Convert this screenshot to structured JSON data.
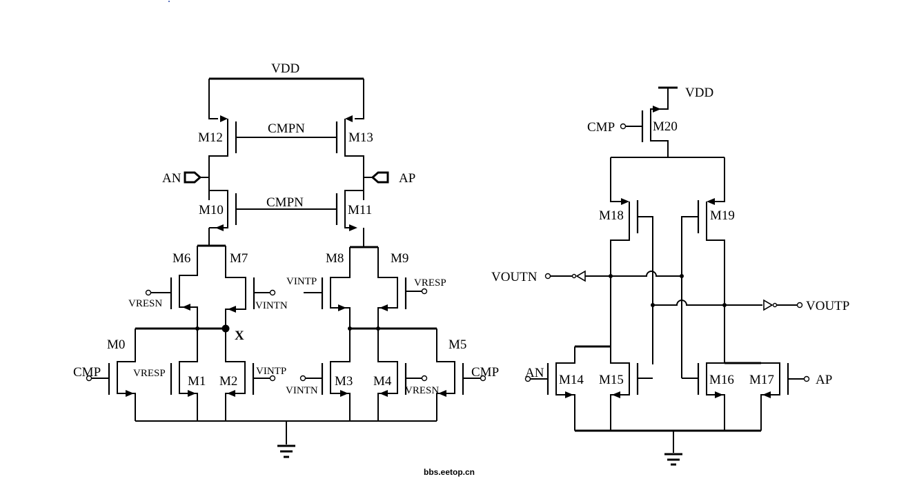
{
  "left_circuit": {
    "supply": "VDD",
    "bias_top": "CMPN",
    "bias_mid": "CMPN",
    "out_left": "AN",
    "out_right": "AP",
    "node_x": "X",
    "transistors": {
      "m0": "M0",
      "m1": "M1",
      "m2": "M2",
      "m3": "M3",
      "m4": "M4",
      "m5": "M5",
      "m6": "M6",
      "m7": "M7",
      "m8": "M8",
      "m9": "M9",
      "m10": "M10",
      "m11": "M11",
      "m12": "M12",
      "m13": "M13"
    },
    "inputs": {
      "cmp_left": "CMP",
      "cmp_right": "CMP",
      "vresp_m1": "VRESP",
      "vintp_m2": "VINTP",
      "vintn_m3": "VINTN",
      "vresn_m4": "VRESN",
      "vresn_m6": "VRESN",
      "vintn_m7": "VINTN",
      "vintp_m8": "VINTP",
      "vresp_m9": "VRESP"
    }
  },
  "right_circuit": {
    "supply": "VDD",
    "transistors": {
      "m14": "M14",
      "m15": "M15",
      "m16": "M16",
      "m17": "M17",
      "m18": "M18",
      "m19": "M19",
      "m20": "M20"
    },
    "inputs": {
      "cmp": "CMP",
      "an": "AN",
      "ap": "AP"
    },
    "outputs": {
      "voutn": "VOUTN",
      "voutp": "VOUTP"
    }
  },
  "watermark": "bbs.eetop.cn"
}
